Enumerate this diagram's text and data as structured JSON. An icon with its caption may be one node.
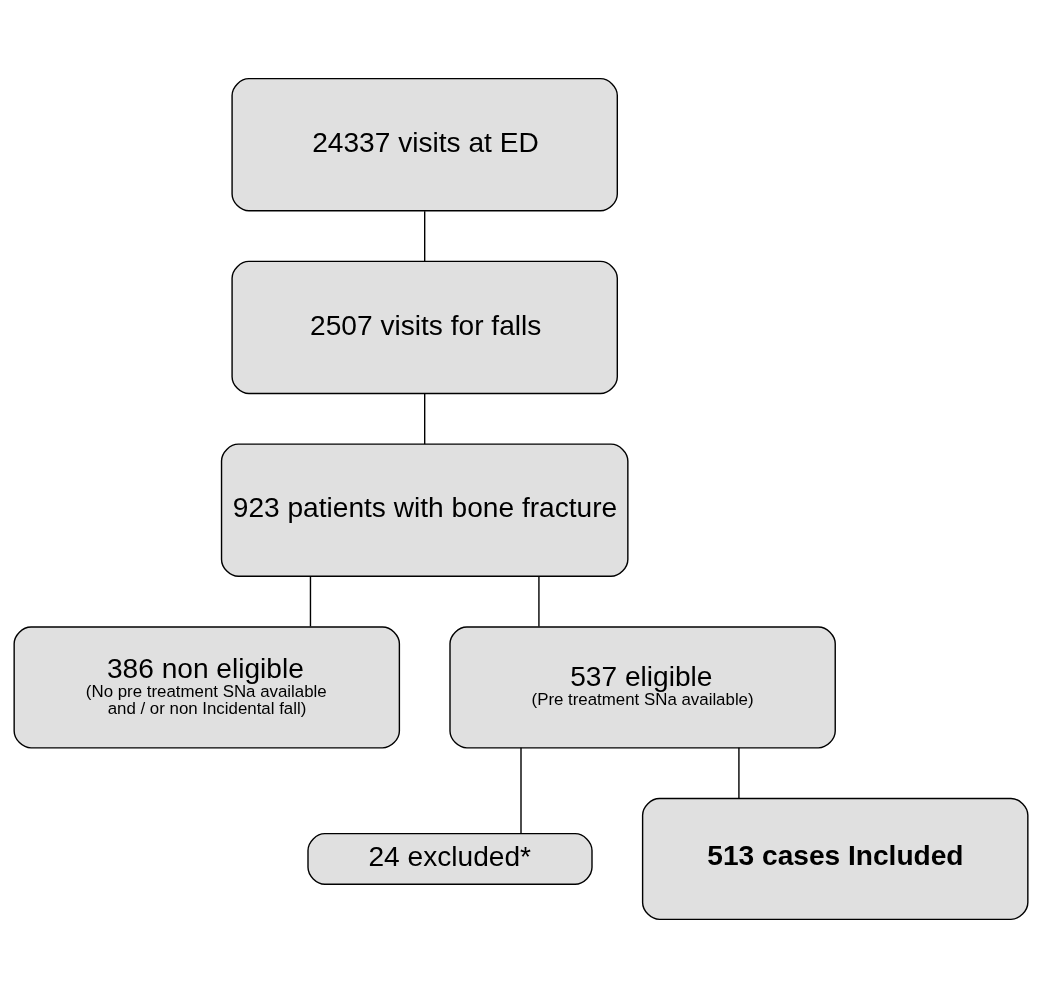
{
  "diagram": {
    "nodes": [
      {
        "text": [
          "24337 visits at ED"
        ]
      },
      {
        "text": [
          "2507 visits for falls"
        ]
      },
      {
        "text": [
          "923 patients with bone fracture"
        ]
      },
      {
        "text": [
          "386 non eligible",
          "(No pre treatment SNa available and / or non Incidental fall)"
        ]
      },
      {
        "text": [
          "537 eligible",
          "(Pre treatment SNa available)"
        ]
      },
      {
        "text": [
          "24 excluded*"
        ]
      },
      {
        "text": [
          "513 cases Included"
        ]
      }
    ],
    "edges": [
      {
        "from": 0,
        "to": 1,
        "arrow": "none"
      },
      {
        "from": 1,
        "to": 2,
        "arrow": "none"
      },
      {
        "from": 2,
        "to": 3,
        "arrow": "none"
      },
      {
        "from": 2,
        "to": 4,
        "arrow": "none"
      },
      {
        "from": 4,
        "to": 5,
        "arrow": "none"
      },
      {
        "from": 4,
        "to": 6,
        "arrow": "none"
      }
    ]
  }
}
